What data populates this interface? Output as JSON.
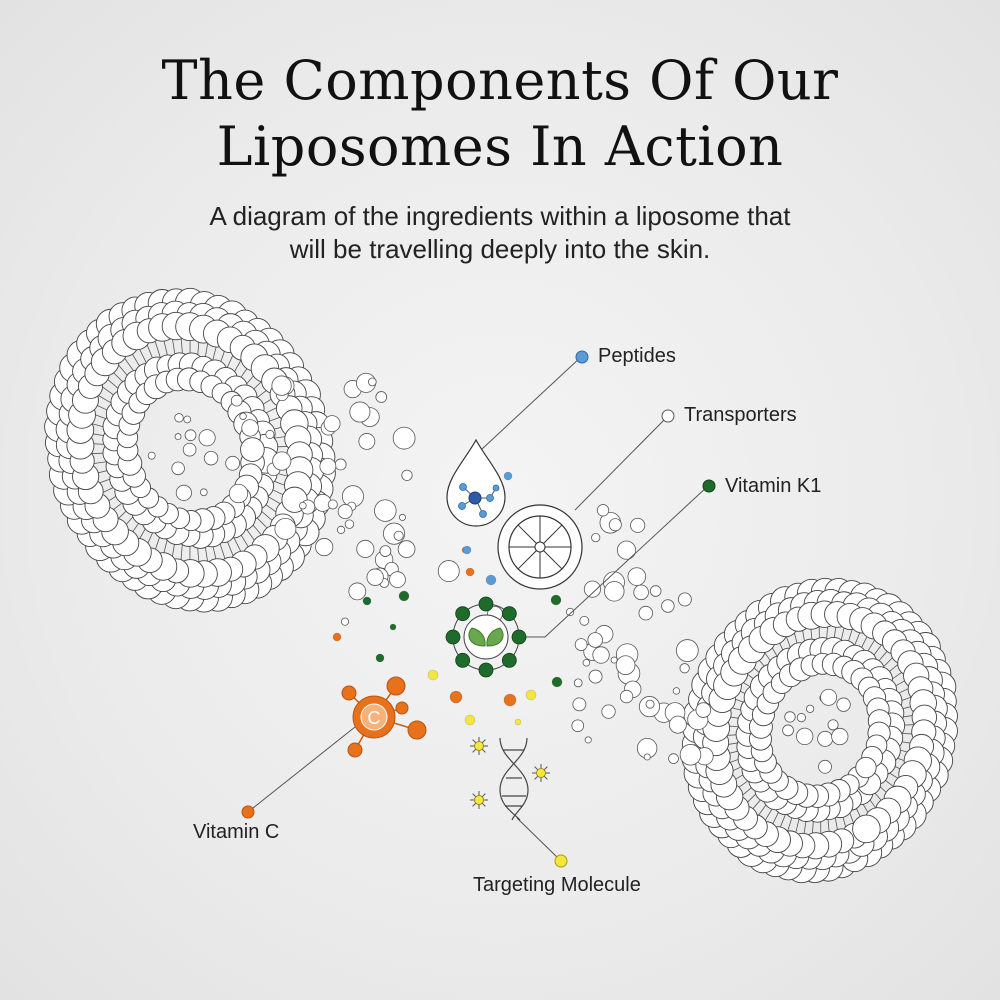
{
  "title": {
    "line1": "The Components Of Our",
    "line2": "Liposomes In Action"
  },
  "subtitle": {
    "line1": "A diagram of the ingredients within a liposome that",
    "line2": "will be travelling deeply into the skin."
  },
  "labels": {
    "peptides": "Peptides",
    "transporters": "Transporters",
    "vitamin_k1": "Vitamin K1",
    "vitamin_c": "Vitamin C",
    "targeting_molecule": "Targeting Molecule"
  },
  "vitamin_c_symbol": "C",
  "colors": {
    "peptides": "#5b9bd5",
    "peptide_core": "#2e5aa8",
    "transporters": "#ffffff",
    "vitamin_k1": "#1f6b2b",
    "leaf": "#6aa84f",
    "vitamin_c": "#e8711c",
    "targeting_molecule": "#f4e63c",
    "line": "#555555"
  },
  "icons": [
    "droplet-icon",
    "wheel-icon",
    "leaf-icon",
    "dna-icon",
    "sun-icon"
  ]
}
